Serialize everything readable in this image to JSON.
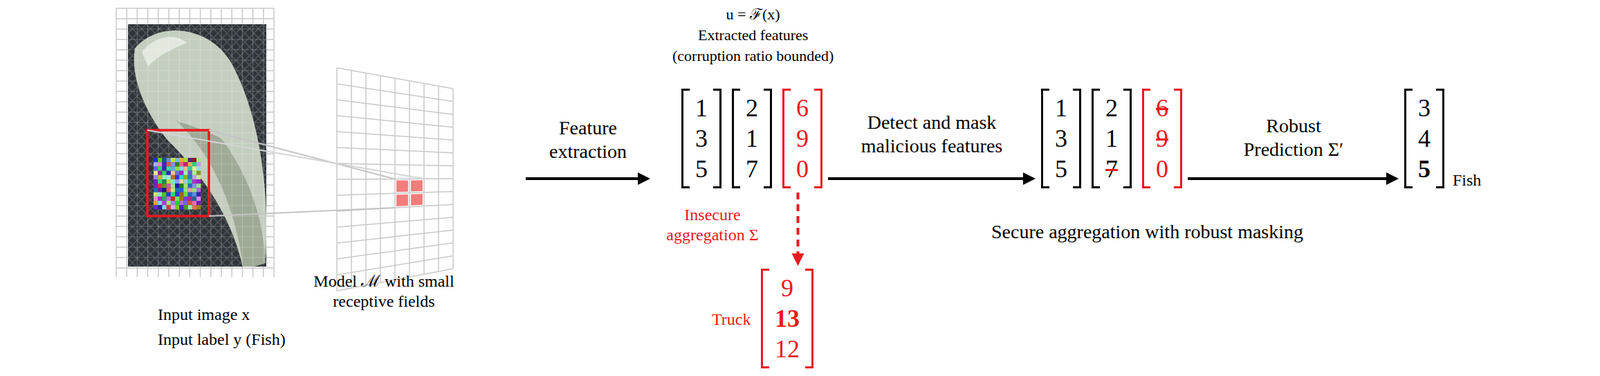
{
  "diagram": {
    "nodes": [
      {
        "text": [
          "1",
          "3",
          "5"
        ]
      },
      {
        "text": [
          "2",
          "1",
          "7"
        ]
      },
      {
        "text": [
          "6",
          "9",
          "0"
        ]
      },
      {
        "text": [
          "9",
          "13",
          "12"
        ]
      },
      {
        "text": [
          "1",
          "3",
          "5"
        ]
      },
      {
        "text": [
          "2",
          "1",
          "7"
        ]
      },
      {
        "text": [
          "6",
          "9",
          "0"
        ]
      },
      {
        "text": [
          "3",
          "4",
          "5"
        ]
      }
    ],
    "edges": [
      {
        "from": 2,
        "to": 3,
        "arrow": "to",
        "label": "Insecure aggregation Σ"
      },
      {
        "from": 2,
        "to": 4,
        "arrow": "to",
        "label": "Detect and mask malicious features"
      },
      {
        "from": 6,
        "to": 7,
        "arrow": "to",
        "label": "Robust Prediction Σ′"
      }
    ],
    "labels": [
      "u = ℱ(x)",
      "Extracted features",
      "(corruption ratio bounded)",
      "Input image x",
      "Input label y (Fish)",
      "Model ℳ with small receptive fields",
      "Feature extraction",
      "Truck",
      "Secure aggregation with robust masking",
      "Fish"
    ]
  }
}
